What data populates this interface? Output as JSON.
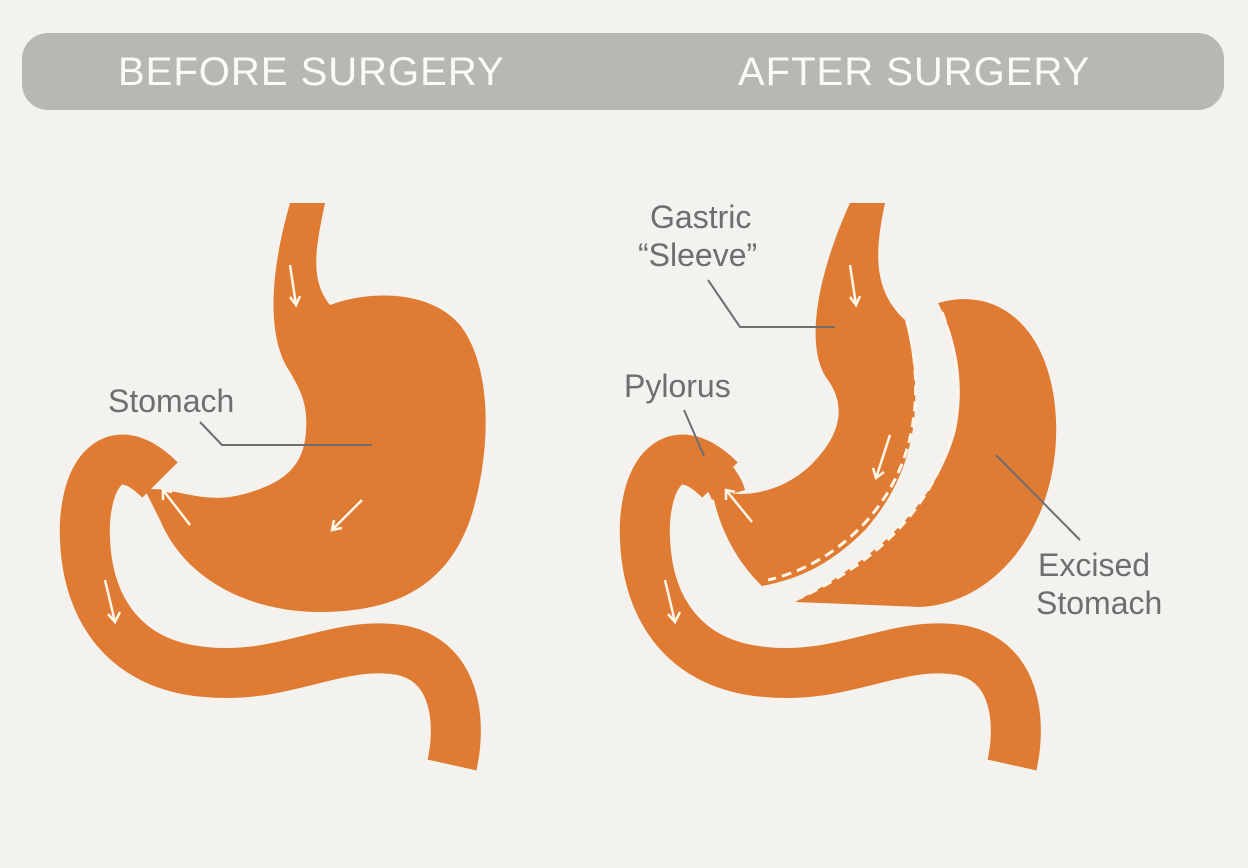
{
  "header": {
    "before": "BEFORE SURGERY",
    "after": "AFTER SURGERY"
  },
  "labels": {
    "stomach": "Stomach",
    "gastric_sleeve_line1": "Gastric",
    "gastric_sleeve_line2": "“Sleeve”",
    "pylorus": "Pylorus",
    "excised_line1": "Excised",
    "excised_line2": "Stomach"
  },
  "colors": {
    "organ": "#e07b33",
    "background": "#f3f2ef",
    "header": "#b9b7b4",
    "text": "#6d6e70"
  }
}
